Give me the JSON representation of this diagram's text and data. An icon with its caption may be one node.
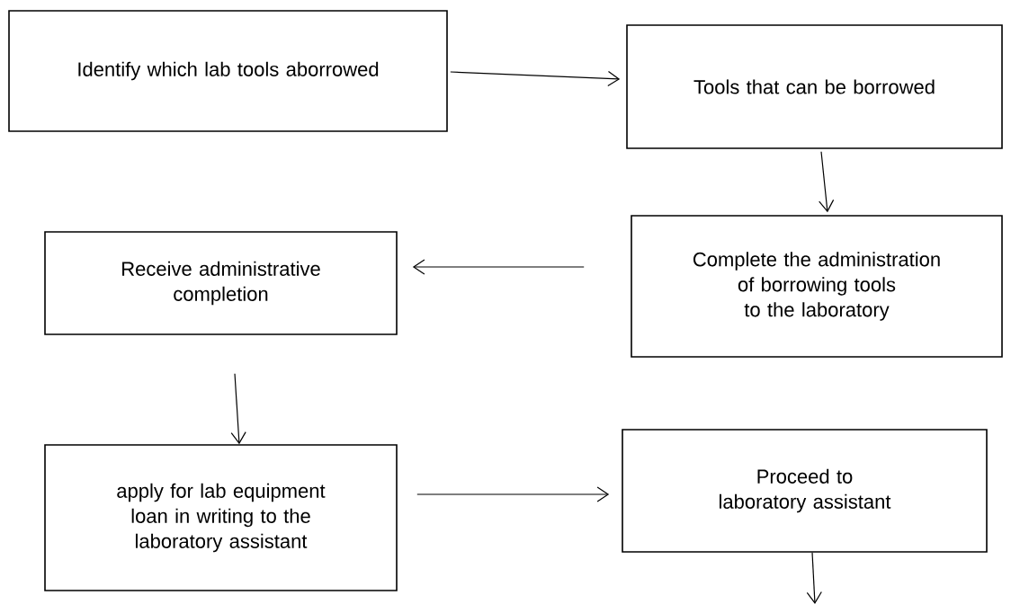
{
  "diagram": {
    "nodes": [
      {
        "text": [
          "Identify which lab tools aborrowed"
        ]
      },
      {
        "text": [
          "Tools that can be borrowed"
        ]
      },
      {
        "text": [
          "Receive administrative completion"
        ]
      },
      {
        "text": [
          "Complete the administration of borrowing tools to the laboratory"
        ]
      },
      {
        "text": [
          "apply for lab equipment loan in writing to the laboratory assistant"
        ]
      },
      {
        "text": [
          "Proceed to laboratory assistant"
        ]
      }
    ],
    "edges": [
      {
        "from": 0,
        "to": 1,
        "arrow": "to"
      },
      {
        "from": 1,
        "to": 3,
        "arrow": "to"
      },
      {
        "from": 3,
        "to": 2,
        "arrow": "to"
      },
      {
        "from": 2,
        "to": 4,
        "arrow": "to"
      },
      {
        "from": 4,
        "to": 5,
        "arrow": "to"
      },
      {
        "from": 5,
        "to": null,
        "arrow": "to"
      }
    ]
  }
}
